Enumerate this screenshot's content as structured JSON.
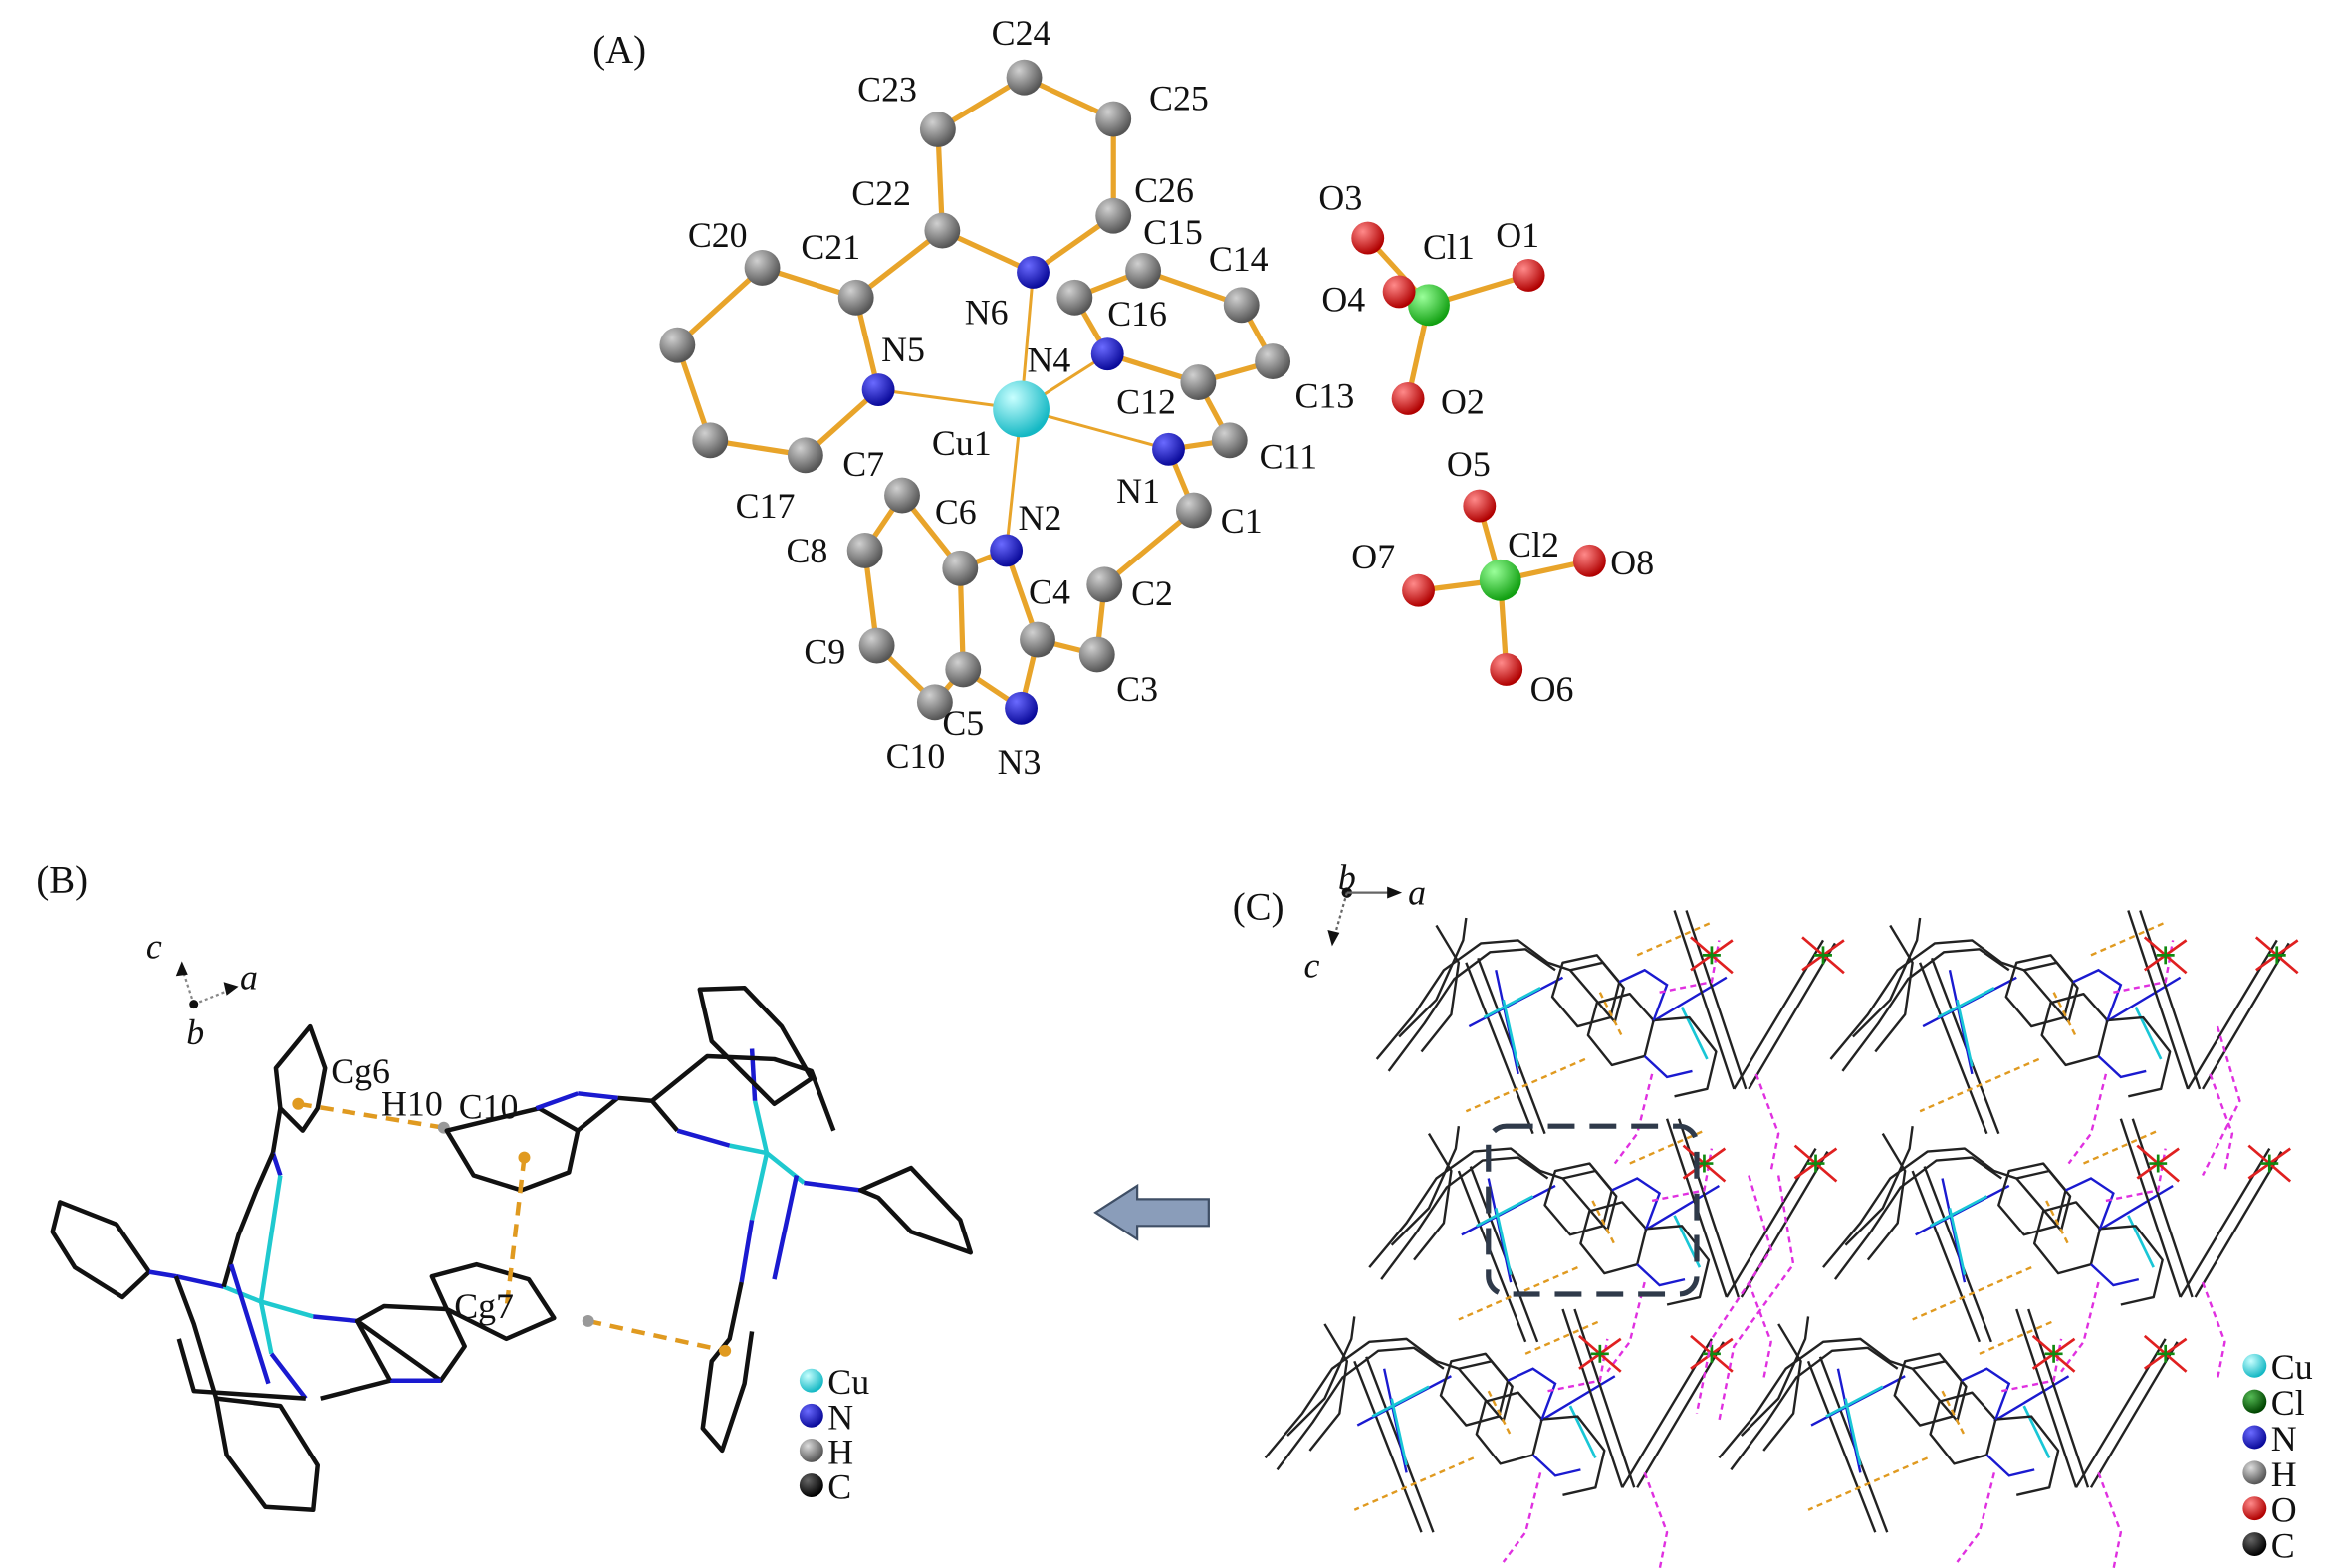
{
  "panel_labels": {
    "a": "(A)",
    "b": "(B)",
    "c": "(C)"
  },
  "panel_a": {
    "atoms": [
      "C24",
      "C23",
      "C25",
      "C22",
      "C26",
      "N6",
      "C21",
      "C20",
      "C17",
      "N5",
      "Cu1",
      "N4",
      "C16",
      "C15",
      "C14",
      "C13",
      "C12",
      "N1",
      "C11",
      "C1",
      "C2",
      "C3",
      "C4",
      "N2",
      "C6",
      "C7",
      "C8",
      "C9",
      "C10",
      "C5",
      "N3",
      "Cl1",
      "O1",
      "O2",
      "O3",
      "O4",
      "Cl2",
      "O5",
      "O6",
      "O7",
      "O8"
    ]
  },
  "panel_b": {
    "axes": {
      "a": "a",
      "b": "b",
      "c": "c"
    },
    "annotations": {
      "cg6": "Cg6",
      "h10": "H10",
      "c10": "C10",
      "cg7": "Cg7"
    },
    "legend": [
      {
        "label": "Cu",
        "color": "#22d6e0"
      },
      {
        "label": "N",
        "color": "#1414d8"
      },
      {
        "label": "H",
        "color": "#808080"
      },
      {
        "label": "C",
        "color": "#000000"
      }
    ]
  },
  "panel_c": {
    "axes": {
      "a": "a",
      "b": "b",
      "c": "c"
    },
    "legend": [
      {
        "label": "Cu",
        "color": "#22d6e0"
      },
      {
        "label": "Cl",
        "color": "#118811"
      },
      {
        "label": "N",
        "color": "#1414d8"
      },
      {
        "label": "H",
        "color": "#808080"
      },
      {
        "label": "O",
        "color": "#e01010"
      },
      {
        "label": "C",
        "color": "#000000"
      }
    ]
  },
  "colors": {
    "carbon": "#7a7a7a",
    "nitrogen": "#1414d8",
    "copper": "#22d6e0",
    "chlorine": "#22cc22",
    "oxygen": "#e01010",
    "bond": "#e8a42a",
    "arrow": "#8a9dba"
  }
}
